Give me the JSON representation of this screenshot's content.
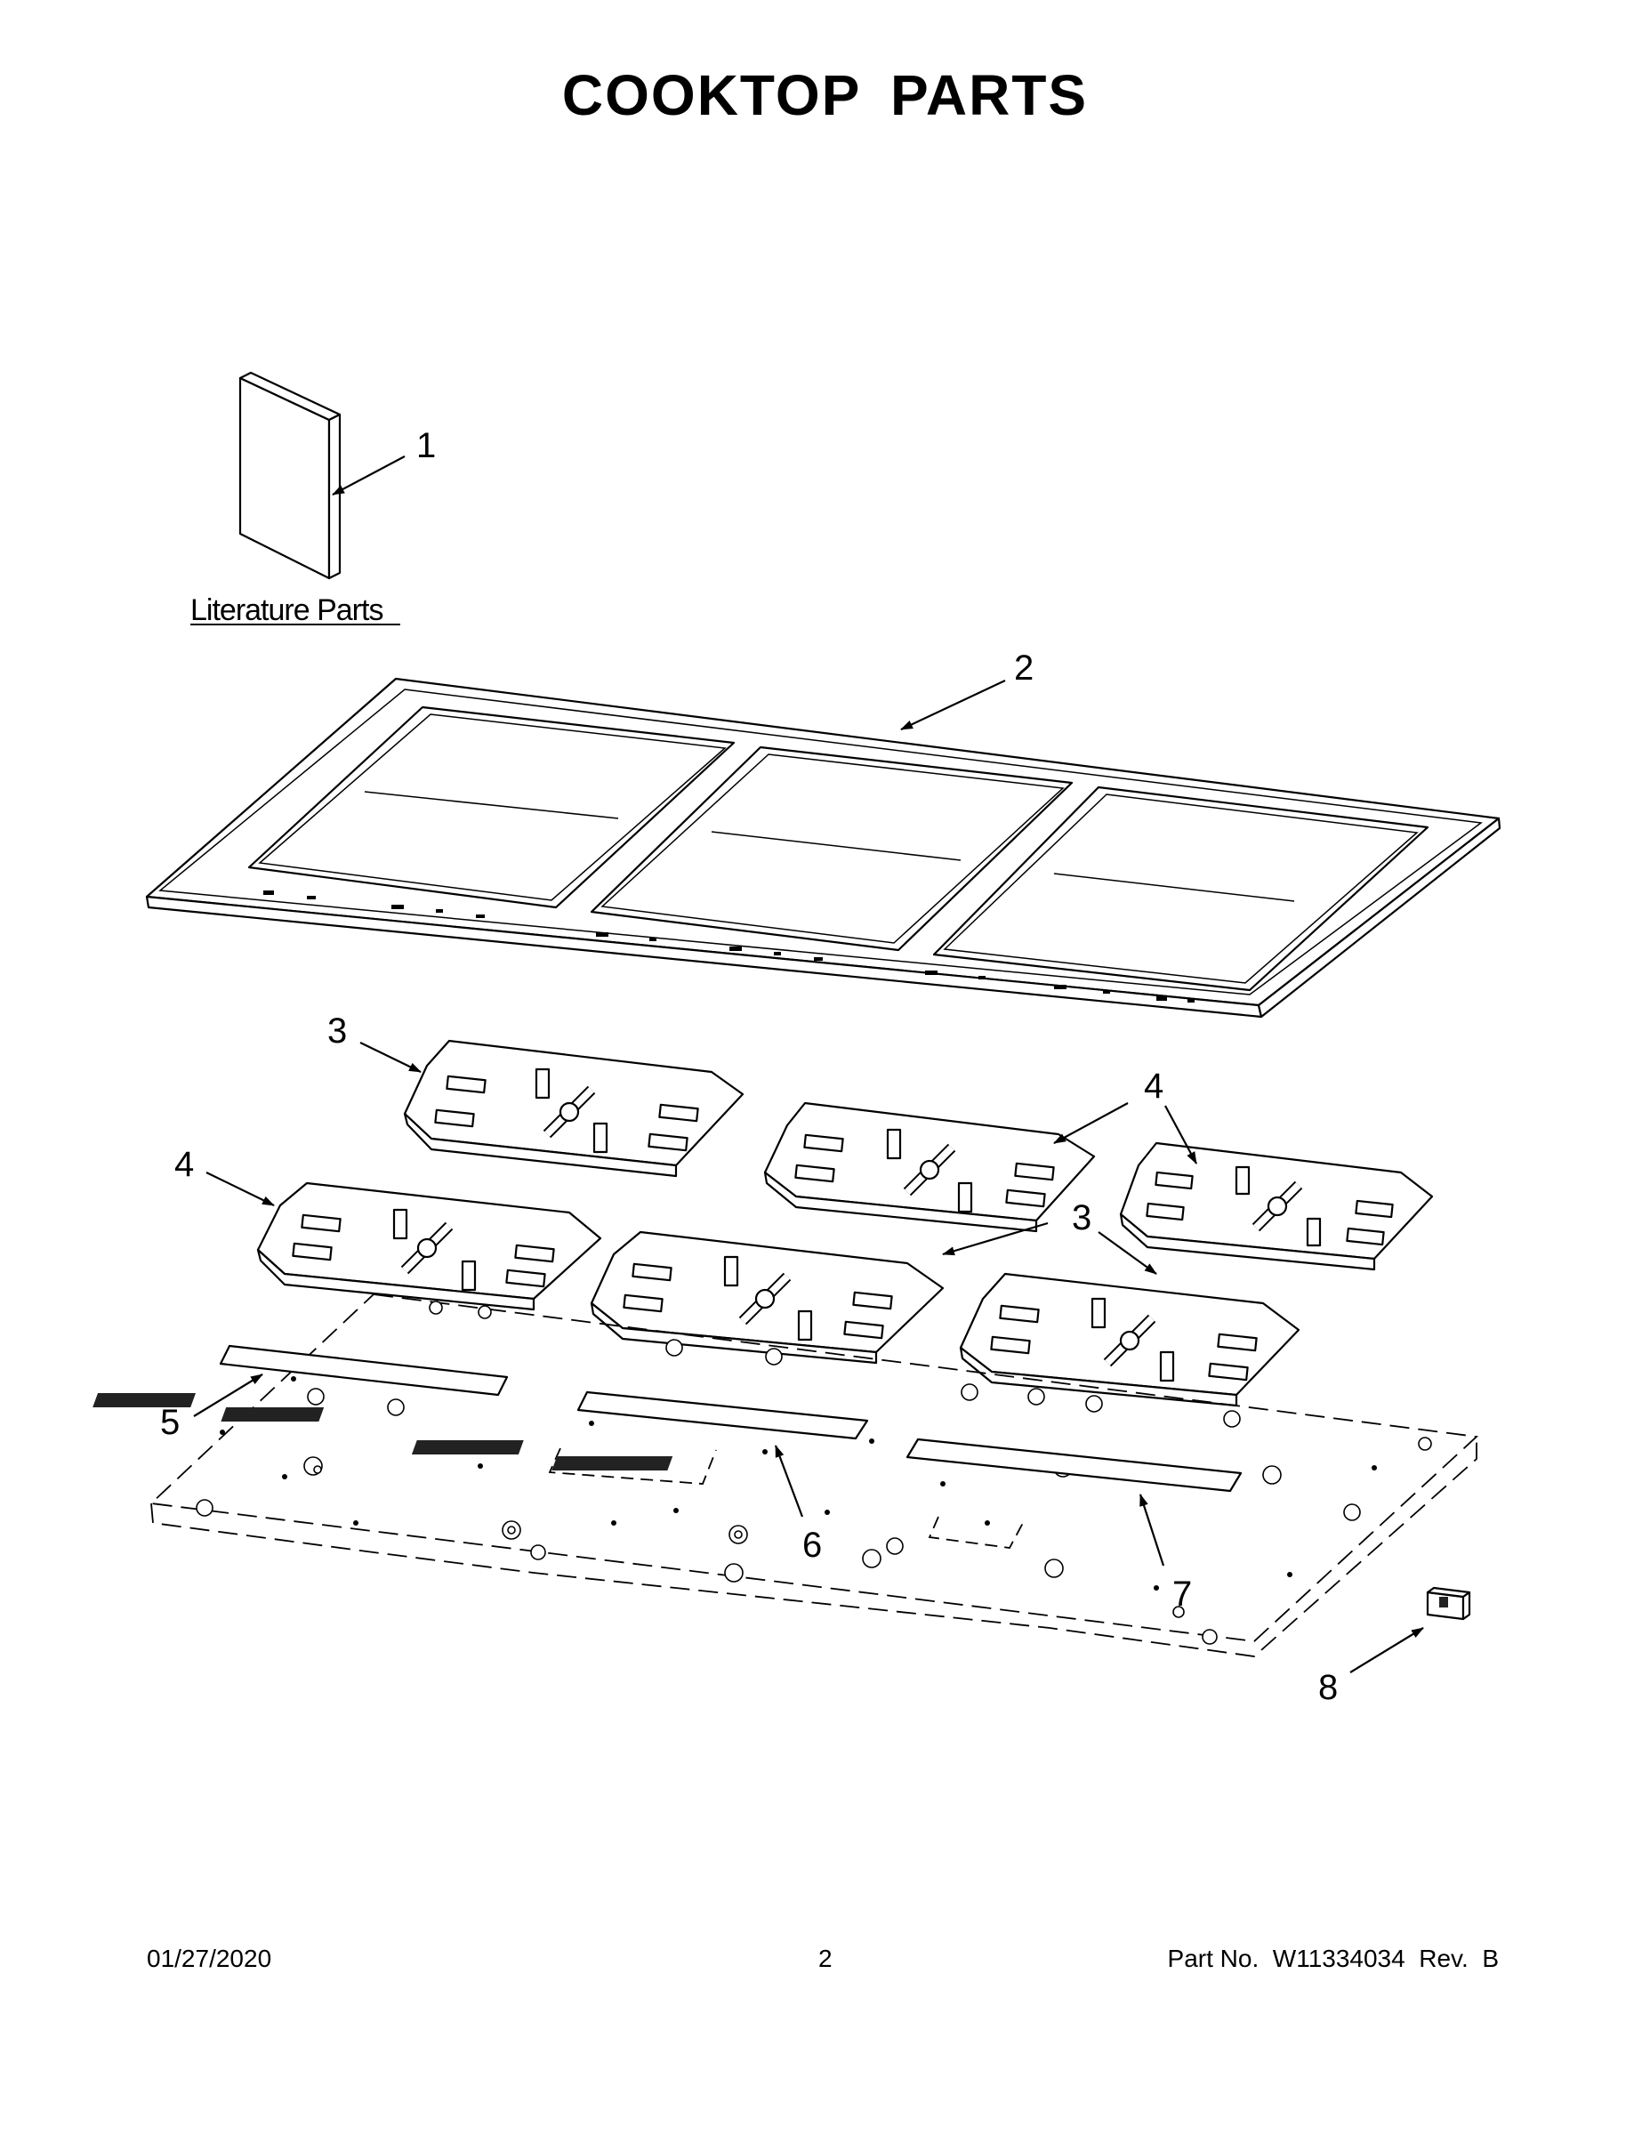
{
  "title": "COOKTOP PARTS",
  "literature_label": "Literature Parts",
  "callouts": [
    "1",
    "2",
    "3",
    "4",
    "4",
    "4",
    "3",
    "3",
    "5",
    "6",
    "7",
    "8"
  ],
  "footer": {
    "date": "01/27/2020",
    "page": "2",
    "part_number": "Part No.  W11334034  Rev.  B"
  }
}
